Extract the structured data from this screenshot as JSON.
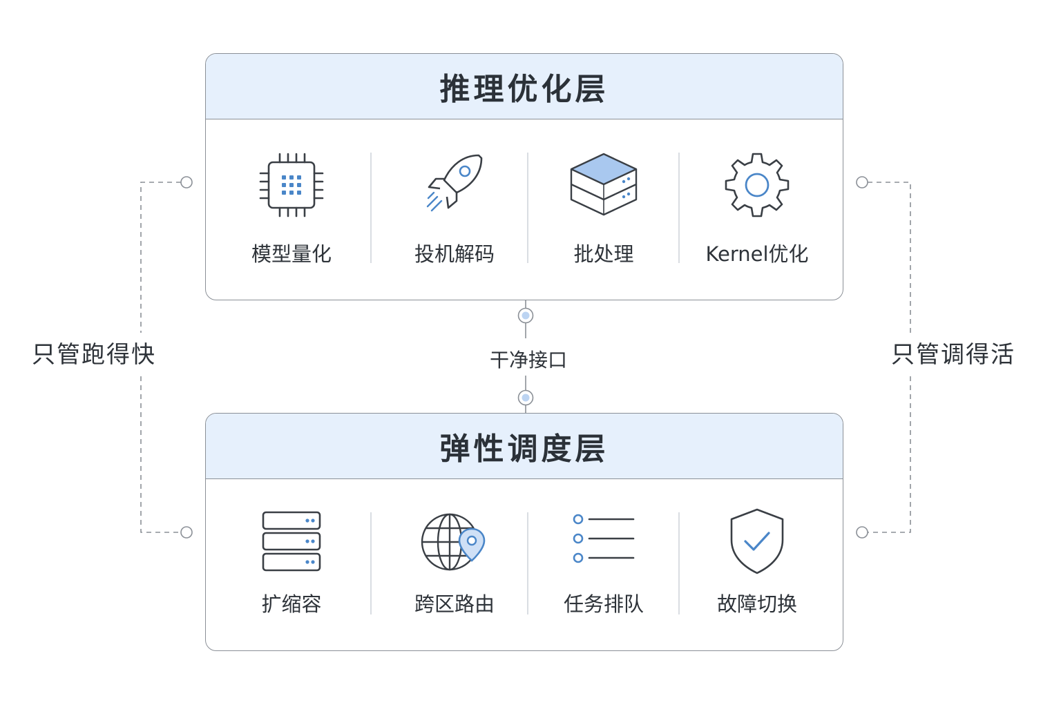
{
  "top_layer": {
    "title": "推理优化层",
    "items": [
      {
        "label": "模型量化",
        "icon": "chip-icon"
      },
      {
        "label": "投机解码",
        "icon": "rocket-icon"
      },
      {
        "label": "批处理",
        "icon": "layers-stack-icon"
      },
      {
        "label": "Kernel优化",
        "icon": "gear-icon"
      }
    ]
  },
  "interface": {
    "label": "干净接口"
  },
  "bottom_layer": {
    "title": "弹性调度层",
    "items": [
      {
        "label": "扩缩容",
        "icon": "server-rack-icon"
      },
      {
        "label": "跨区路由",
        "icon": "globe-pin-icon"
      },
      {
        "label": "任务排队",
        "icon": "list-queue-icon"
      },
      {
        "label": "故障切换",
        "icon": "shield-check-icon"
      }
    ]
  },
  "side_labels": {
    "left": "只管跑得快",
    "right": "只管调得活"
  },
  "colors": {
    "accent": "#4a86c8",
    "accent_fill": "#bcd4f2",
    "header_bg": "#e6f0fc",
    "stroke": "#3a3f45",
    "connector": "#8a8f96"
  }
}
